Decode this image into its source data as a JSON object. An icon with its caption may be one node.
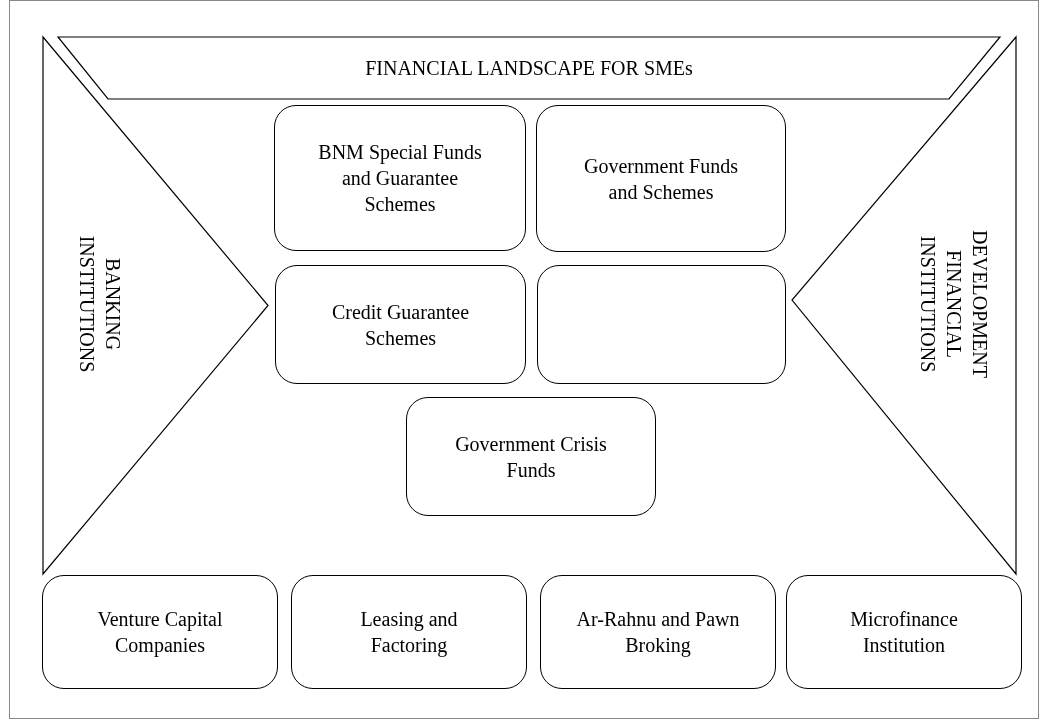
{
  "diagram": {
    "nodes": [
      {
        "text": [
          "FINANCIAL LANDSCAPE FOR SMEs"
        ]
      },
      {
        "text": [
          "BANKING INSTITUTIONS"
        ]
      },
      {
        "text": [
          "DEVELOPMENT FINANCIAL INSTITUTIONS"
        ]
      },
      {
        "text": [
          "BNM Special Funds and Guarantee Schemes"
        ]
      },
      {
        "text": [
          "Government Funds and Schemes"
        ]
      },
      {
        "text": [
          "Credit Guarantee Schemes"
        ]
      },
      {
        "text": [],
        "shape": "box"
      },
      {
        "text": [
          "Government Crisis Funds"
        ]
      },
      {
        "text": [
          "Venture Capital Companies"
        ]
      },
      {
        "text": [
          "Leasing and Factoring"
        ]
      },
      {
        "text": [
          "Ar-Rahnu and Pawn Broking"
        ]
      },
      {
        "text": [
          "Microfinance Institution"
        ]
      }
    ]
  }
}
